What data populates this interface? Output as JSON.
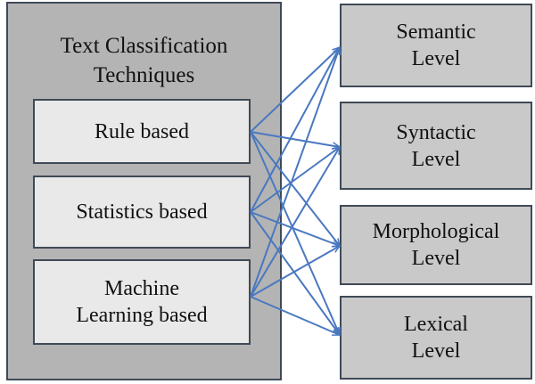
{
  "container": {
    "title": "Text Classification\nTechniques"
  },
  "techniques": [
    {
      "label": "Rule based"
    },
    {
      "label": "Statistics based"
    },
    {
      "label": "Machine\nLearning based"
    }
  ],
  "levels": [
    {
      "label": "Semantic\nLevel"
    },
    {
      "label": "Syntactic\nLevel"
    },
    {
      "label": "Morphological\nLevel"
    },
    {
      "label": "Lexical\nLevel"
    }
  ],
  "colors": {
    "arrow": "#4a78c0",
    "container_fill": "#b4b4b4",
    "technique_fill": "#e9e9e9",
    "level_fill": "#c9c9c9",
    "border": "#3f4a56"
  },
  "connections": "every technique connects to every level"
}
